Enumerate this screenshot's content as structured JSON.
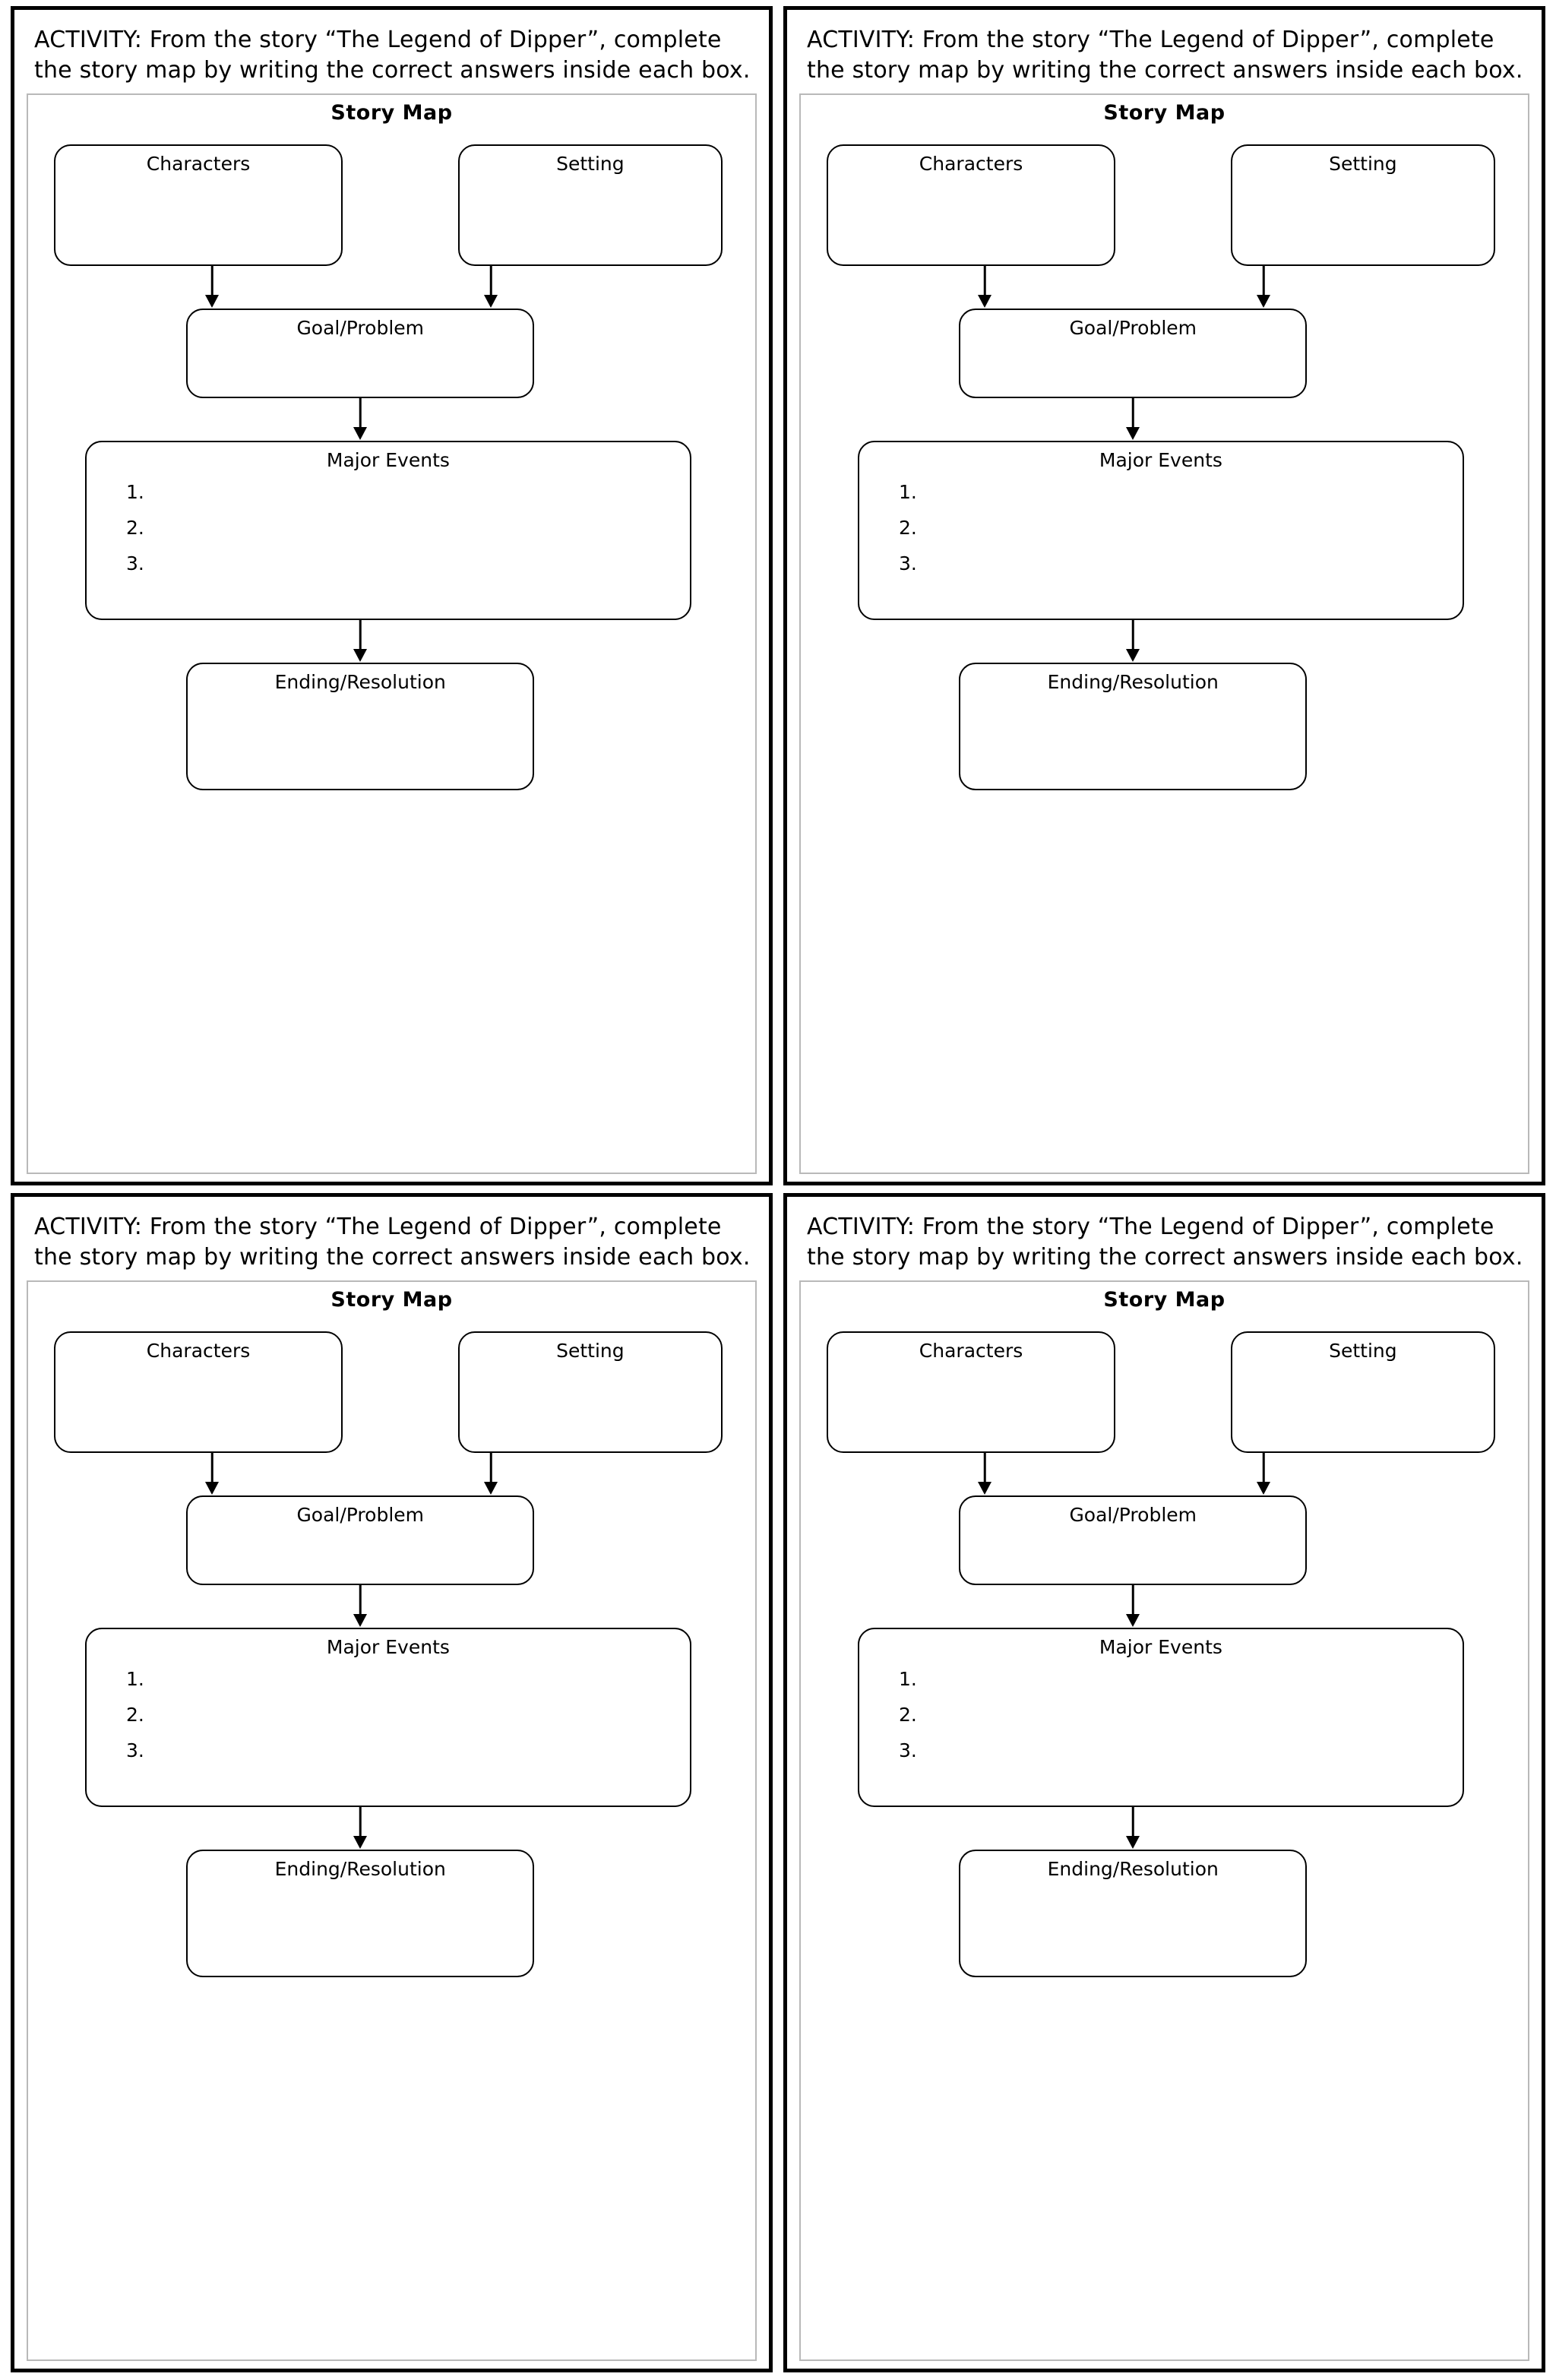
{
  "worksheet": {
    "instructions": "ACTIVITY: From the story “The Legend of Dipper”, complete the story map by writing the correct answers inside each box.",
    "story_map": {
      "title": "Story Map",
      "boxes": {
        "characters": "Characters",
        "setting": "Setting",
        "goal_problem": "Goal/Problem",
        "major_events": "Major Events",
        "ending_resolution": "Ending/Resolution"
      },
      "major_events_items": [
        "1.",
        "2.",
        "3."
      ],
      "connectors": [
        {
          "from": "characters",
          "to": "goal_problem",
          "type": "arrow-down"
        },
        {
          "from": "setting",
          "to": "goal_problem",
          "type": "arrow-down"
        },
        {
          "from": "goal_problem",
          "to": "major_events",
          "type": "arrow-down"
        },
        {
          "from": "major_events",
          "to": "ending_resolution",
          "type": "arrow-down"
        }
      ]
    }
  },
  "layout": {
    "panel_count": 4,
    "grid": "2x2",
    "note": "four identical copies of the same worksheet on one page"
  },
  "colors": {
    "ink": "#000000",
    "paper": "#ffffff",
    "panel_border": "#000000",
    "map_frame_border": "#b9b9b9"
  }
}
